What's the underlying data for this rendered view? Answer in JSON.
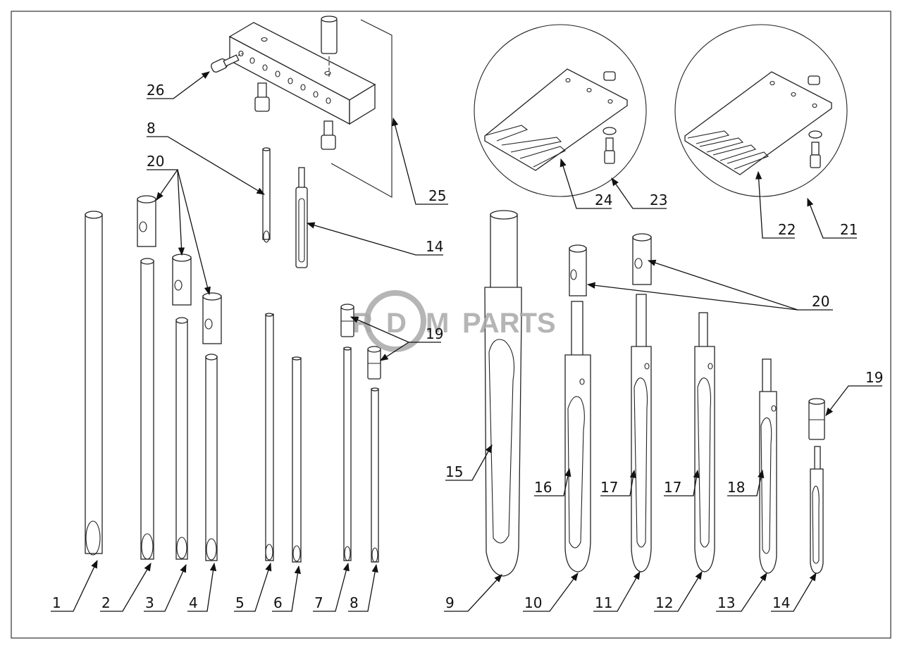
{
  "diagram": {
    "watermark": {
      "letters": [
        "R",
        "D",
        "M"
      ],
      "text": "PARTS"
    },
    "callouts": {
      "c26": "26",
      "c8a": "8",
      "c20a": "20",
      "c14a": "14",
      "c25": "25",
      "c24": "24",
      "c23": "23",
      "c22": "22",
      "c21": "21",
      "c19a": "19",
      "c20b": "20",
      "c19b": "19",
      "c15": "15",
      "c16": "16",
      "c17a": "17",
      "c17b": "17",
      "c18": "18",
      "c1": "1",
      "c2": "2",
      "c3": "3",
      "c4": "4",
      "c5": "5",
      "c6": "6",
      "c7": "7",
      "c8b": "8",
      "c9": "9",
      "c10": "10",
      "c11": "11",
      "c12": "12",
      "c13": "13",
      "c14b": "14"
    }
  }
}
